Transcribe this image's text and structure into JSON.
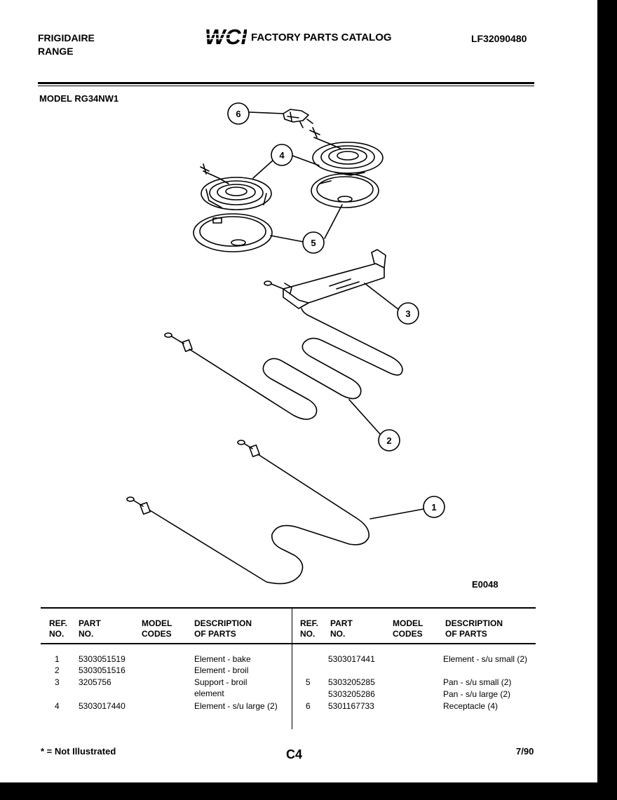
{
  "header": {
    "brand": "FRIGIDAIRE",
    "product": "RANGE",
    "logo_text": "WCI",
    "catalog_title": "FACTORY PARTS CATALOG",
    "catalog_number": "LF32090480",
    "model_label": "MODEL RG34NW1"
  },
  "diagram": {
    "code": "E0048",
    "callouts": [
      "6",
      "4",
      "5",
      "3",
      "2",
      "1"
    ]
  },
  "table": {
    "headers": {
      "ref_no": [
        "REF.",
        "NO."
      ],
      "part_no": [
        "PART",
        "NO."
      ],
      "model_codes": [
        "MODEL",
        "CODES"
      ],
      "description": [
        "DESCRIPTION",
        "OF PARTS"
      ]
    },
    "left_rows": [
      {
        "ref": "1",
        "part": "5303051519",
        "desc": "Element - bake"
      },
      {
        "ref": "2",
        "part": "5303051516",
        "desc": "Element - broil"
      },
      {
        "ref": "3",
        "part": "3205756",
        "desc": "Support - broil element"
      },
      {
        "ref": "4",
        "part": "5303017440",
        "desc": "Element - s/u large (2)"
      }
    ],
    "right_rows": [
      {
        "ref": "",
        "part": "5303017441",
        "desc": "Element - s/u small (2)"
      },
      {
        "ref": "5",
        "part": "5303205285",
        "desc": "Pan - s/u small (2)"
      },
      {
        "ref": "",
        "part": "5303205286",
        "desc": "Pan - s/u large (2)"
      },
      {
        "ref": "6",
        "part": "5301167733",
        "desc": "Receptacle (4)"
      }
    ]
  },
  "footer": {
    "note": "* = Not Illustrated",
    "page": "C4",
    "date": "7/90"
  }
}
